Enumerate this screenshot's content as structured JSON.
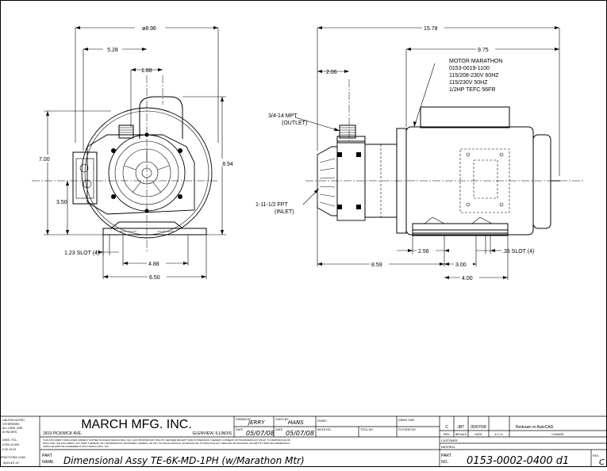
{
  "dimensions": {
    "d_8_96": "ø8.96",
    "d_5_28": "5.28",
    "d_1_88": "1.88",
    "d_7_00": "7.00",
    "d_3_50": "3.50",
    "d_8_94": "8.94",
    "d_1_23_slot": "1.23 SLOT (4)",
    "d_4_88": "4.88",
    "d_6_50": "6.50",
    "d_15_78": "15.78",
    "d_9_75": "9.75",
    "d_2_06": "2.06",
    "d_8_59": "8.59",
    "d_2_56": "2.56",
    "d_3_00": "3.00",
    "d_4_00": "4.00",
    "d_35_slot": ".35 SLOT (4)"
  },
  "notes": {
    "outlet_l1": "3/4-14 MPT",
    "outlet_l2": "(OUTLET)",
    "inlet_l1": "1-11-1/2 FPT",
    "inlet_l2": "(INLET)",
    "motor_l1": "MOTOR MARATHON",
    "motor_l2": "0153-0019-1100",
    "motor_l3": "115/208-230V 60HZ",
    "motor_l4": "115/230V 50HZ",
    "motor_l5": "1/2HP TEFC 56FR"
  },
  "title_block": {
    "tol_1": "UNLESS NOTED",
    "tol_2": "OTHERWISE",
    "tol_3": "ALL DIMS. ARE",
    "tol_4": "IN INCHES.",
    "tol_5": "DIMS.   TOL.",
    "tol_6": "0.000  ±0.005",
    "tol_7": "0.00    ±0.03",
    "tol_8": "FRACTIONS ±1/64",
    "tol_9": "ANGLES  ±1°",
    "company": "MARCH MFG. INC.",
    "street": "1819 PICKWICK AVE.",
    "city": "GLENVIEW, ILLINOIS",
    "drawn_by_label": "DRAWN BY",
    "drawn_by": "JERRY",
    "chkd_by_label": "CHK'D BY",
    "chkd_by": "HANS",
    "date_label": "DATE",
    "drawn_date": "05/07/08",
    "chkd_date": "05/07/08",
    "finish_label": "FINISH",
    "mold_label": "MOLD NO.",
    "tool_label": "TOOL NO.",
    "drwg_size_label": "DRWG SIZE",
    "fixture_label": "FIXTURE NO.",
    "disclaimer_1": "THIS DOCUMENT DISCLOSES SUBJECT MATTER IN WHICH MARCH MFG. INC. HAS PROPRIETARY RIGHTS. NEITHER RECEIPT NOR POSSESSION THEREOF CONFERS OR TRANSFERS ANY RIGHT TO REPRODUCE OR",
    "disclaimer_2": "DISCLOSE THE DOCUMENT, ANY PART THEREOF, ANY INFORMATION CONTAINED THEREIN, OR ANY PHYSICAL ARTICLE OR DEVICE OR TO PRACTICE ANY METHOD OR PROCESS, EXCEPT BY WRITTEN PERMISSION",
    "disclaimer_3": "FROM OR WRITTEN AGREEMENT WITH MARCH MFG. INC.",
    "part_name_label_1": "PART",
    "part_name_label_2": "NAME",
    "part_name": "Dimensional Assy TE-6K-MD-1PH (w/Marathon Mtr)",
    "rev_row": {
      "rev": "C",
      "initials": "JBT",
      "date": "05/07/08",
      "eco": "",
      "change": "Redrawn in AutoCAD."
    },
    "rev_header": {
      "rev": "REV.",
      "initials": "INITIALS",
      "date": "DATE",
      "eco": "E.C.O.",
      "change": "CHANGE"
    },
    "customer_label": "CUSTOMER",
    "material_label": "MATERIAL",
    "part_no_label_1": "PART",
    "part_no_label_2": "NO.",
    "part_no": "0153-0002-0400 d1",
    "rev_label": "REV.",
    "rev_value": "C"
  }
}
